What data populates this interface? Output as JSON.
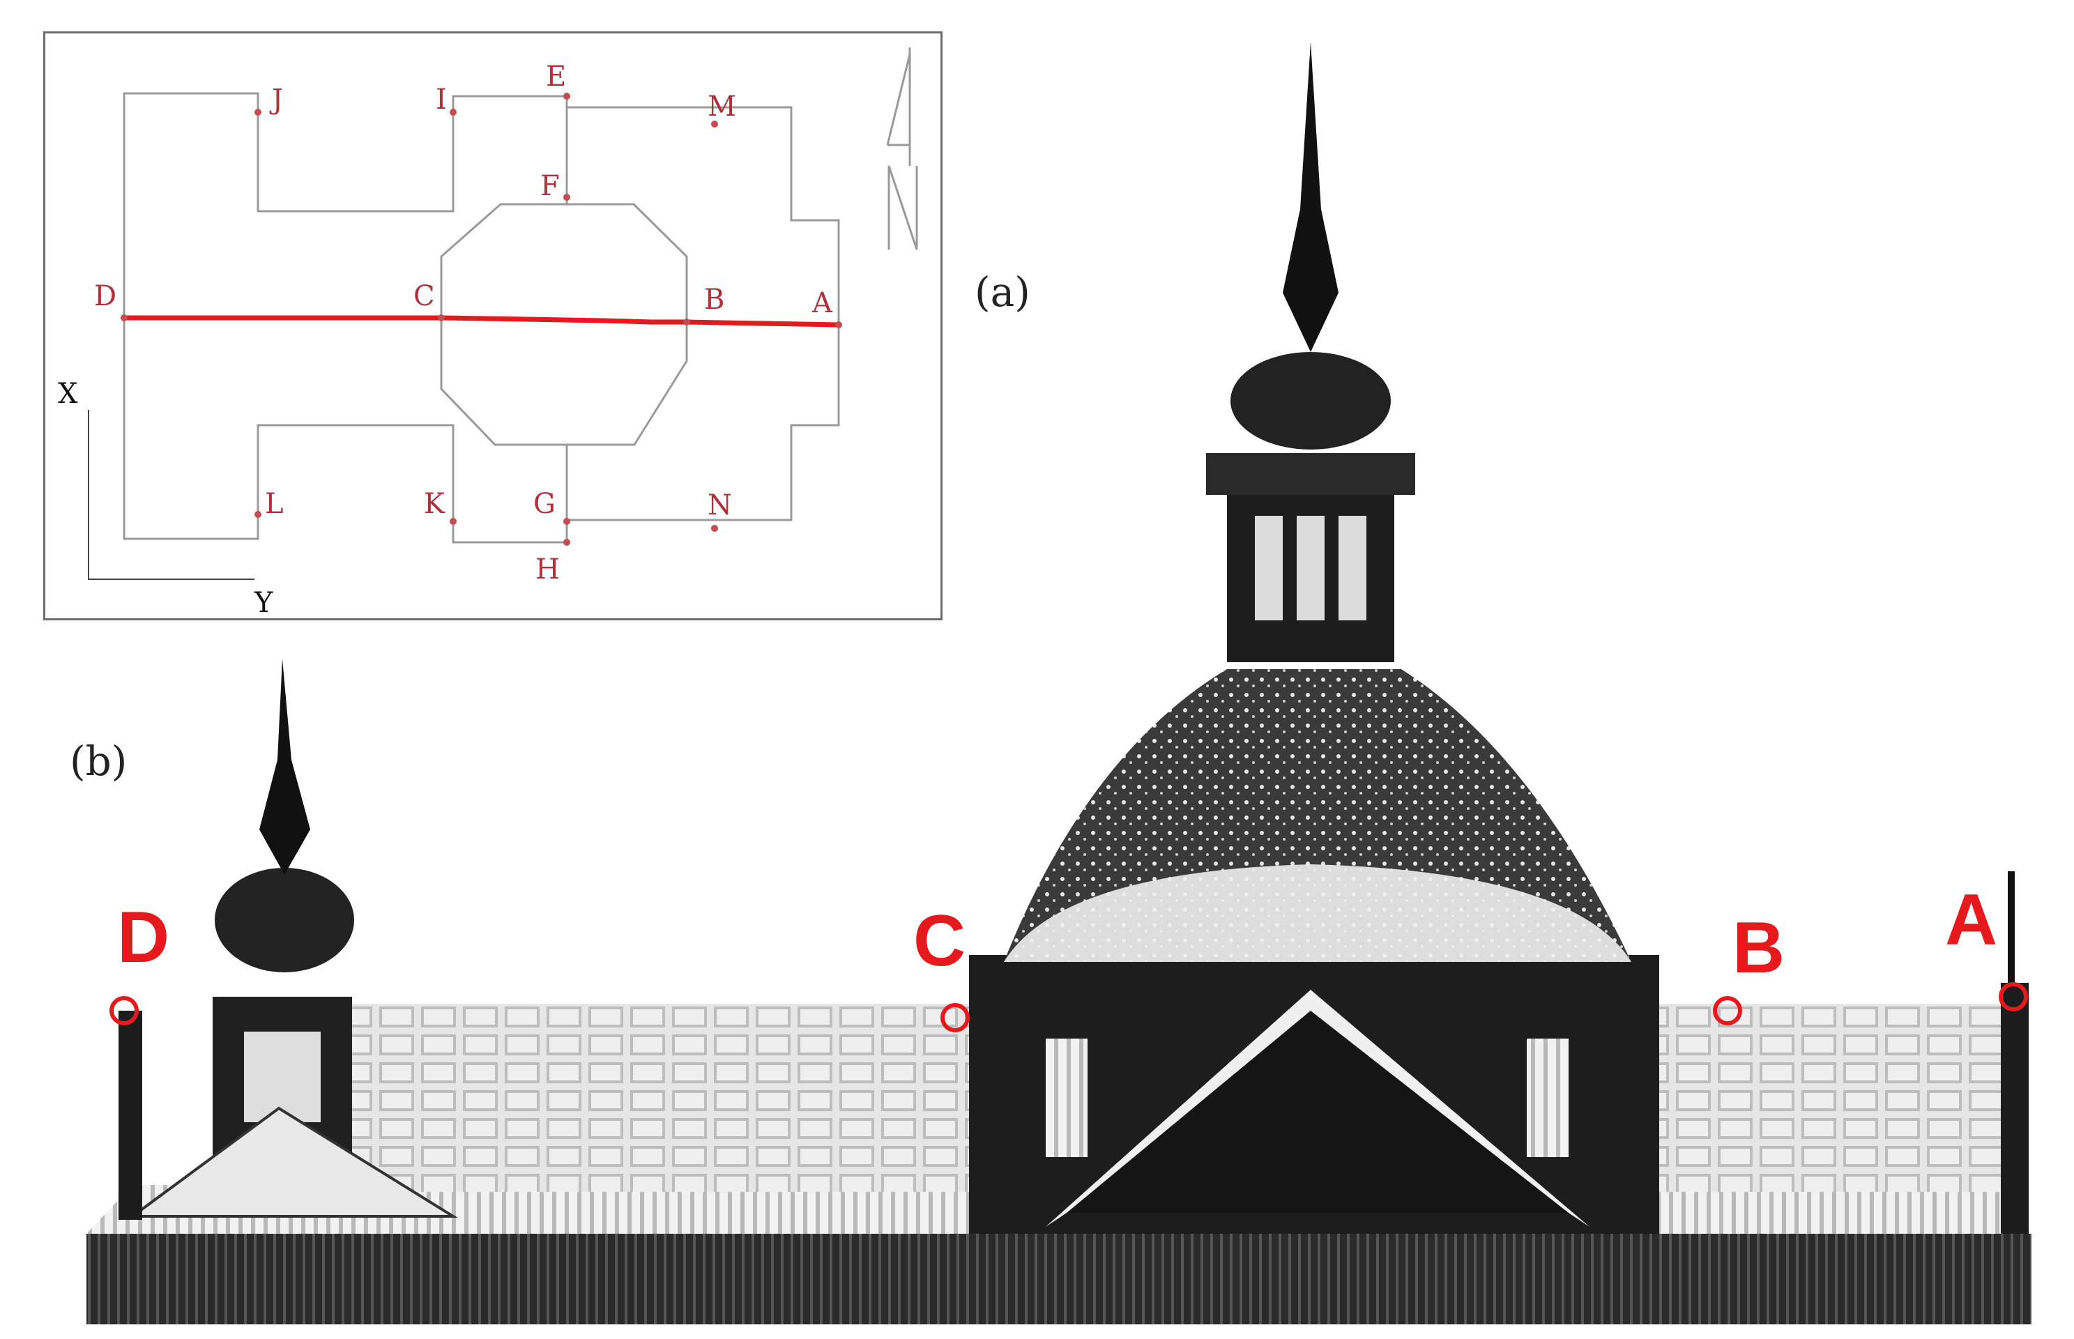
{
  "panel_tags": {
    "plan": "(a)",
    "elevation": "(b)"
  },
  "plan": {
    "points": [
      "J",
      "I",
      "E",
      "M",
      "F",
      "D",
      "C",
      "B",
      "A",
      "L",
      "K",
      "G",
      "N",
      "H"
    ],
    "axes": {
      "x": "X",
      "y": "Y"
    },
    "north_symbol": "N"
  },
  "elevation": {
    "points": [
      "D",
      "C",
      "B",
      "A"
    ]
  },
  "colors": {
    "marker_red": "#e8191c",
    "plan_label_red": "#b0313a",
    "plan_line_gray": "#9a9a9a",
    "building_dark": "#1c1c1c"
  }
}
